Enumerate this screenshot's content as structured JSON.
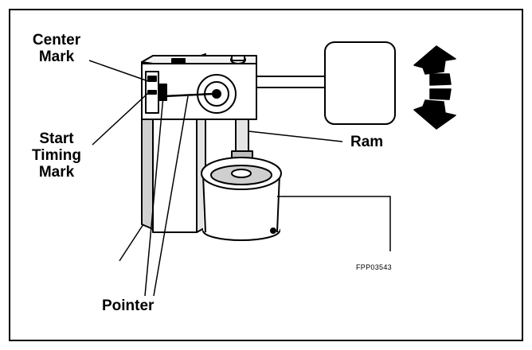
{
  "labels": {
    "center_mark": [
      "Center",
      "Mark"
    ],
    "start_timing_mark": [
      "Start",
      "Timing",
      "Mark"
    ],
    "ram": "Ram",
    "pointer": "Pointer"
  },
  "figure_code": "FPP03543",
  "colors": {
    "ink": "#000000",
    "paper": "#ffffff",
    "shade": "#c8c8c8"
  },
  "icons": {
    "motion_arrows": "up-down-arrows-icon"
  }
}
